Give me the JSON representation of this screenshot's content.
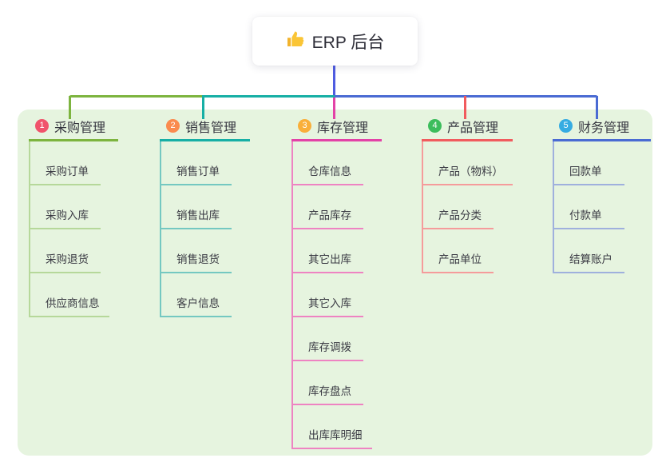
{
  "root": {
    "label": "ERP 后台",
    "icon": "thumbs-up-icon",
    "icon_color": "#fac536"
  },
  "panel_color": "#e6f4df",
  "root_link_color": "#4f5ce1",
  "branches": [
    {
      "index": "1",
      "label": "采购管理",
      "badge_color": "#f0536b",
      "line_color": "#7db43f",
      "child_line_color": "#b6d89a",
      "children": [
        "采购订单",
        "采购入库",
        "采购退货",
        "供应商信息"
      ]
    },
    {
      "index": "2",
      "label": "销售管理",
      "badge_color": "#fa8b4e",
      "line_color": "#17afa5",
      "child_line_color": "#74c8c1",
      "children": [
        "销售订单",
        "销售出库",
        "销售退货",
        "客户信息"
      ]
    },
    {
      "index": "3",
      "label": "库存管理",
      "badge_color": "#f9af3a",
      "line_color": "#e342a7",
      "child_line_color": "#ee83c2",
      "children": [
        "仓库信息",
        "产品库存",
        "其它出库",
        "其它入库",
        "库存调拨",
        "库存盘点",
        "出库库明细"
      ]
    },
    {
      "index": "4",
      "label": "产品管理",
      "badge_color": "#3cbd5c",
      "line_color": "#f15b5e",
      "child_line_color": "#f59b9b",
      "children": [
        "产品（物料）",
        "产品分类",
        "产品单位"
      ]
    },
    {
      "index": "5",
      "label": "财务管理",
      "badge_color": "#36ace2",
      "line_color": "#4a6bd3",
      "child_line_color": "#9fb0dd",
      "children": [
        "回款单",
        "付款单",
        "结算账户"
      ]
    }
  ]
}
